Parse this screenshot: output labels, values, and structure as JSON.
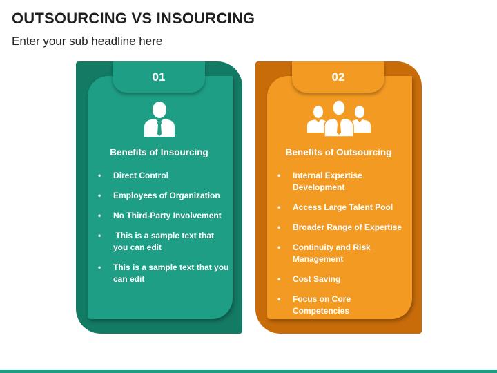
{
  "header": {
    "title": "OUTSOURCING VS INSOURCING",
    "subtitle": "Enter your sub headline here"
  },
  "cards": [
    {
      "number": "01",
      "icon": "single-person-icon",
      "heading": "Benefits of Insourcing",
      "items": [
        "Direct Control",
        "Employees of Organization",
        "No Third-Party Involvement",
        " This is a sample text that you can edit",
        "This is a sample text that you can edit"
      ]
    },
    {
      "number": "02",
      "icon": "group-people-icon",
      "heading": "Benefits of Outsourcing",
      "items": [
        "Internal Expertise Development",
        "Access Large Talent Pool",
        "Broader Range of Expertise",
        "Continuity and Risk Management",
        "Cost Saving",
        "Focus on Core Competencies"
      ]
    }
  ],
  "colors": {
    "green_dark": "#137a64",
    "green": "#1e9e84",
    "orange_dark": "#c86c0a",
    "orange": "#f39a22"
  }
}
